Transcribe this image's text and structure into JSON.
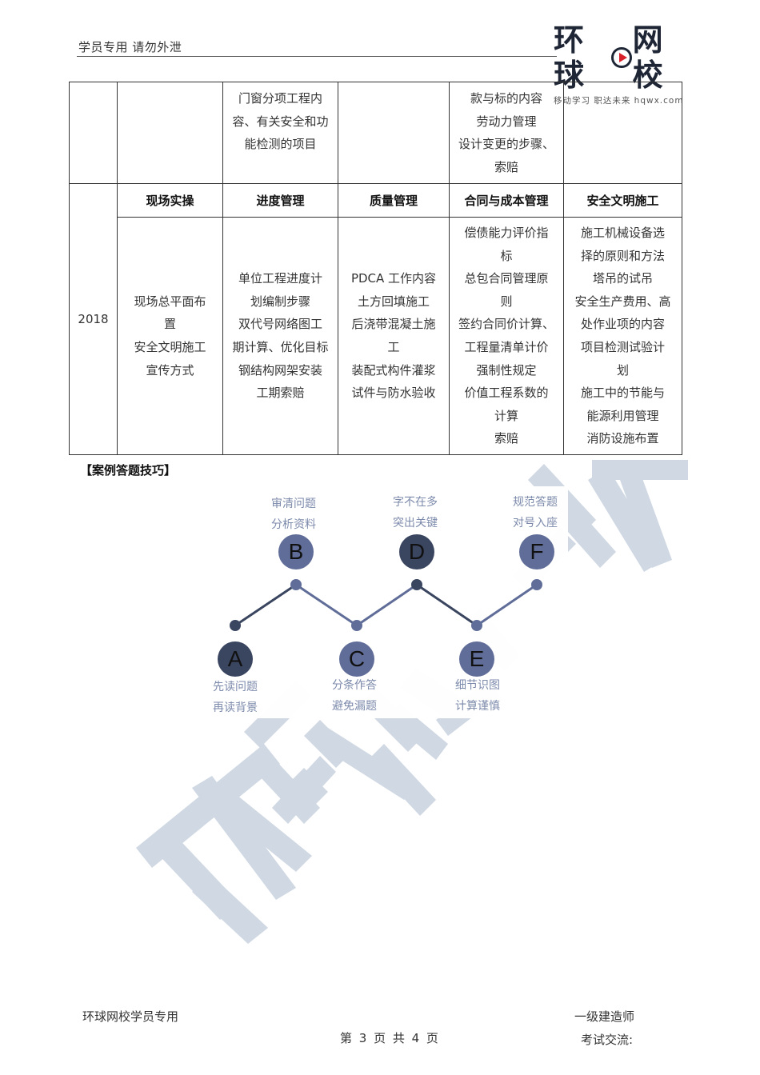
{
  "header": {
    "left_text": "学员专用 请勿外泄",
    "logo": {
      "part1": "环球",
      "part2": "网校",
      "tagline": "移动学习 职达未来  hqwx.com"
    }
  },
  "table": {
    "columns": [
      "",
      "现场实操",
      "进度管理",
      "质量管理",
      "合同与成本管理",
      "安全文明施工"
    ],
    "top_row": {
      "year": "",
      "cells": [
        [],
        [
          "门窗分项工程内",
          "容、有关安全和功",
          "能检测的项目"
        ],
        [],
        [
          "款与标的内容",
          "劳动力管理",
          "设计变更的步骤、",
          "索赔"
        ],
        []
      ]
    },
    "row_2018": {
      "year": "2018",
      "headers": [
        "现场实操",
        "进度管理",
        "质量管理",
        "合同与成本管理",
        "安全文明施工"
      ],
      "cells": [
        [
          "现场总平面布",
          "置",
          "安全文明施工",
          "宣传方式"
        ],
        [
          "单位工程进度计",
          "划编制步骤",
          "双代号网络图工",
          "期计算、优化目标",
          "钢结构网架安装",
          "工期索赔"
        ],
        [
          "PDCA 工作内容",
          "土方回填施工",
          "后浇带混凝土施",
          "工",
          "装配式构件灌浆",
          "试件与防水验收"
        ],
        [
          "偿债能力评价指",
          "标",
          "总包合同管理原",
          "则",
          "签约合同价计算、",
          "工程量清单计价",
          "强制性规定",
          "价值工程系数的",
          "计算",
          "索赔"
        ],
        [
          "施工机械设备选",
          "择的原则和方法",
          "塔吊的试吊",
          "安全生产费用、高",
          "处作业项的内容",
          "项目检测试验计",
          "划",
          "施工中的节能与",
          "能源利用管理",
          "消防设施布置"
        ]
      ]
    }
  },
  "section": {
    "title": "【案例答题技巧】"
  },
  "diagram": {
    "nodes": [
      {
        "letter": "A",
        "line1": "先读问题",
        "line2": "再读背景",
        "color": "#3a4560"
      },
      {
        "letter": "B",
        "line1": "审清问题",
        "line2": "分析资料",
        "color": "#5f6d98"
      },
      {
        "letter": "C",
        "line1": "分条作答",
        "line2": "避免漏题",
        "color": "#5f6d98"
      },
      {
        "letter": "D",
        "line1": "字不在多",
        "line2": "突出关键",
        "color": "#3a4560"
      },
      {
        "letter": "E",
        "line1": "细节识图",
        "line2": "计算谨慎",
        "color": "#5f6d98"
      },
      {
        "letter": "F",
        "line1": "规范答题",
        "line2": "对号入座",
        "color": "#5f6d98"
      }
    ],
    "label_color": "#7c8aab"
  },
  "watermark": {
    "text": "环球网校",
    "color": "#cdd6e2"
  },
  "footer": {
    "left": "环球网校学员专用",
    "page": "第 3 页 共 4 页",
    "right_line1": "一级建造师",
    "right_line2": "考试交流:"
  }
}
